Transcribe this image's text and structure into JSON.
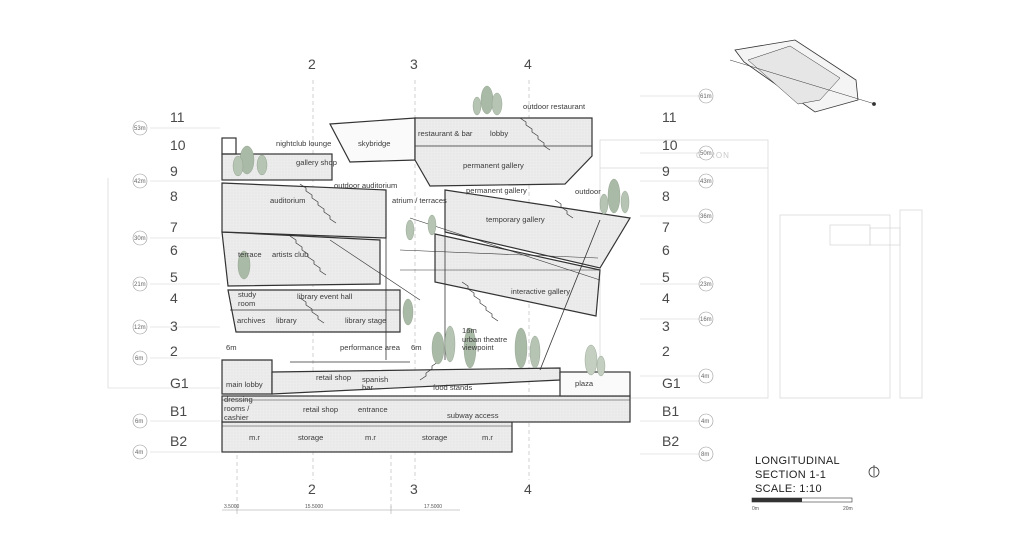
{
  "floors_left": [
    "11",
    "10",
    "9",
    "8",
    "7",
    "6",
    "5",
    "4",
    "3",
    "2",
    "G1",
    "B1",
    "B2"
  ],
  "floors_right": [
    "11",
    "10",
    "9",
    "8",
    "7",
    "6",
    "5",
    "4",
    "3",
    "2",
    "G1",
    "B1",
    "B2"
  ],
  "grid_top": [
    "2",
    "3",
    "4"
  ],
  "grid_bottom": [
    "2",
    "3",
    "4"
  ],
  "elev_left": [
    "53m",
    "42m",
    "30m",
    "21m",
    "12m",
    "6m",
    "6m",
    "4m"
  ],
  "elev_right": [
    "61m",
    "50m",
    "43m",
    "36m",
    "23m",
    "16m",
    "4m",
    "4m",
    "8m"
  ],
  "rooms": {
    "outdoor_restaurant": "outdoor restaurant",
    "restaurant_bar": "restaurant & bar",
    "lobby_top": "lobby",
    "nightclub_lounge": "nightclub lounge",
    "skybridge": "skybridge",
    "permanent_gallery_1": "permanent gallery",
    "gallery_shop": "gallery shop",
    "outdoor_auditorium": "outdoor auditorium",
    "permanent_gallery_2": "permanent gallery",
    "outdoor": "outdoor",
    "auditorium": "auditorium",
    "atrium_terraces": "atrium / terraces",
    "temporary_gallery": "temporary gallery",
    "terrace": "terrace",
    "artists_club": "artists club",
    "interactive_gallery": "interactive gallery",
    "study_room_1": "study",
    "study_room_2": "room",
    "library_event_hall": "library event hall",
    "archives": "archives",
    "library": "library",
    "library_stage": "library stage",
    "elev_16m": "16m",
    "urban_theatre_1": "urban theatre",
    "urban_theatre_2": "viewpoint",
    "elev_6m_a": "6m",
    "performance_area": "performance area",
    "elev_6m_b": "6m",
    "main_lobby": "main lobby",
    "retail_shop_1": "retail shop",
    "spanish_bar_1": "spanish",
    "spanish_bar_2": "bar",
    "food_stands": "food stands",
    "plaza": "plaza",
    "dressing_1": "dressing",
    "dressing_2": "rooms /",
    "dressing_3": "cashier",
    "retail_shop_2": "retail shop",
    "entrance": "entrance",
    "subway_access": "subway access",
    "mr_1": "m.r",
    "storage_1": "storage",
    "mr_2": "m.r",
    "storage_2": "storage",
    "mr_3": "m.r"
  },
  "title": {
    "line1": "LONGITUDINAL",
    "line2": "SECTION 1-1",
    "line3": "SCALE: 1:10"
  },
  "scale_bar": {
    "start": "0m",
    "end": "20m"
  },
  "dims": [
    "3.5000",
    "15.5000",
    "17.5000"
  ],
  "watermark": "GFRON",
  "colors": {
    "line": "#333333",
    "fill": "#ececec",
    "tree": "#a8b8a4",
    "tree_dark": "#8fa38c"
  }
}
